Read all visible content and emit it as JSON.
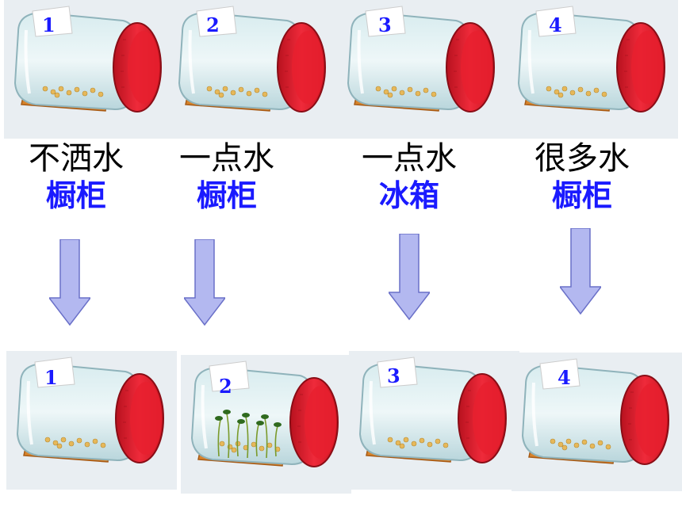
{
  "experiments": [
    {
      "number": "1",
      "water": "不洒水",
      "place": "橱柜",
      "sprouted": false
    },
    {
      "number": "2",
      "water": "一点水",
      "place": "橱柜",
      "sprouted": true
    },
    {
      "number": "3",
      "water": "一点水",
      "place": "冰箱",
      "sprouted": false
    },
    {
      "number": "4",
      "water": "很多水",
      "place": "橱柜",
      "sprouted": false
    }
  ],
  "colors": {
    "water_text": "#000000",
    "place_text": "#1a1aff",
    "number_text": "#1a1aff",
    "arrow_fill": "#b3b8f0",
    "lid": "#e8202f"
  }
}
